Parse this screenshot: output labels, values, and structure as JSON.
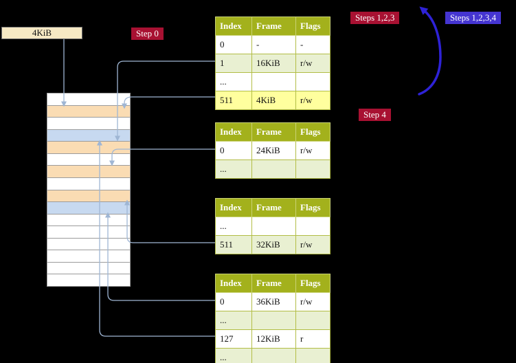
{
  "colors": {
    "badge_crimson": "#a81132",
    "badge_blue": "#4535d1",
    "loop_arrow": "#2e22d6",
    "connector": "#9fb6d4",
    "table_header": "#a3b11c",
    "row_green": "#e9f0d2",
    "row_yellow": "#ffff9e",
    "frame_white": "#ffffff",
    "frame_peach": "#fadcb3",
    "frame_blue": "#c7d9f0",
    "memory_border": "#9b9b9b"
  },
  "address_box": {
    "label": "4KiB"
  },
  "badges": {
    "step0": {
      "label": "Step 0"
    },
    "steps123": {
      "label": "Steps 1,2,3"
    },
    "steps1234": {
      "label": "Steps 1,2,3,4"
    },
    "step4": {
      "label": "Step 4"
    }
  },
  "memory": {
    "frame_rows": [
      "white",
      "peach",
      "white",
      "blue",
      "peach",
      "white",
      "peach",
      "white",
      "peach",
      "blue",
      "white",
      "white",
      "white",
      "white",
      "white",
      "white"
    ]
  },
  "tables": [
    {
      "name": "page-table-top",
      "headers": [
        "Index",
        "Frame",
        "Flags"
      ],
      "rows": [
        {
          "bg": "white",
          "cells": [
            "0",
            "-",
            "-"
          ]
        },
        {
          "bg": "green",
          "cells": [
            "1",
            "16KiB",
            "r/w"
          ]
        },
        {
          "bg": "white",
          "cells": [
            "...",
            "",
            ""
          ]
        },
        {
          "bg": "yellow",
          "cells": [
            "511",
            "4KiB",
            "r/w"
          ]
        }
      ]
    },
    {
      "name": "page-table-second",
      "headers": [
        "Index",
        "Frame",
        "Flags"
      ],
      "rows": [
        {
          "bg": "white",
          "cells": [
            "0",
            "24KiB",
            "r/w"
          ]
        },
        {
          "bg": "green",
          "cells": [
            "...",
            "",
            ""
          ]
        }
      ]
    },
    {
      "name": "page-table-third",
      "headers": [
        "Index",
        "Frame",
        "Flags"
      ],
      "rows": [
        {
          "bg": "white",
          "cells": [
            "...",
            "",
            ""
          ]
        },
        {
          "bg": "green",
          "cells": [
            "511",
            "32KiB",
            "r/w"
          ]
        }
      ]
    },
    {
      "name": "page-table-bottom",
      "headers": [
        "Index",
        "Frame",
        "Flags"
      ],
      "rows": [
        {
          "bg": "white",
          "cells": [
            "0",
            "36KiB",
            "r/w"
          ]
        },
        {
          "bg": "green",
          "cells": [
            "...",
            "",
            ""
          ]
        },
        {
          "bg": "white",
          "cells": [
            "127",
            "12KiB",
            "r"
          ]
        },
        {
          "bg": "green",
          "cells": [
            "...",
            "",
            ""
          ]
        }
      ]
    }
  ]
}
